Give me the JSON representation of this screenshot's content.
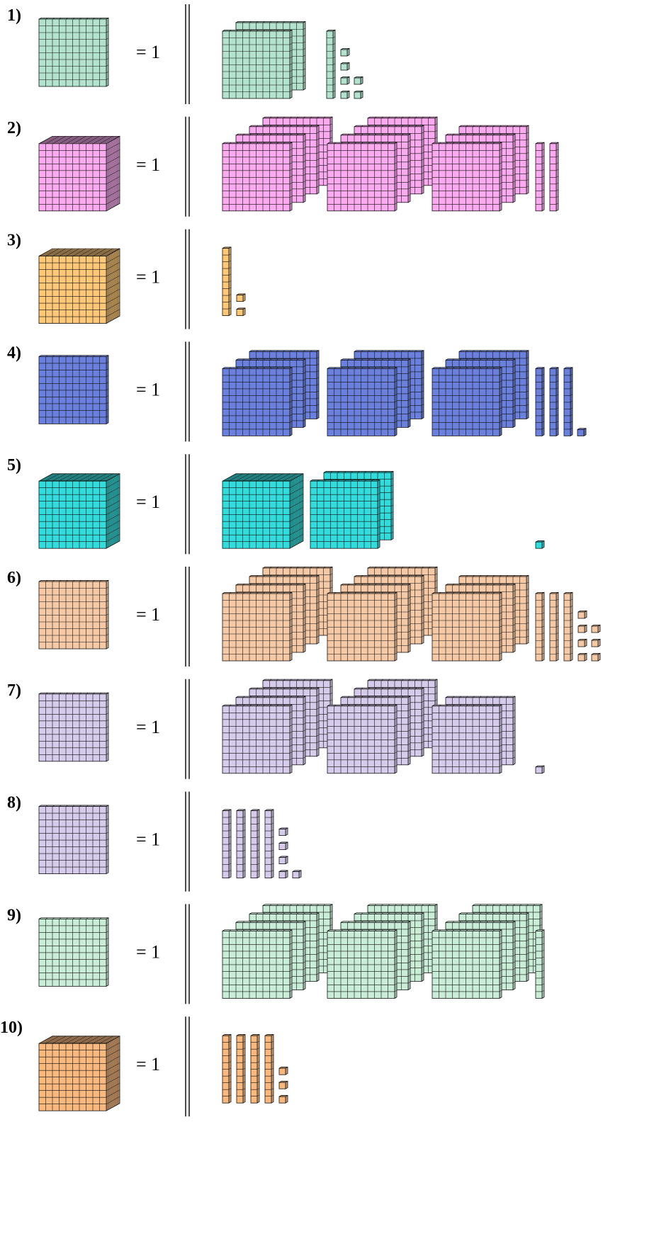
{
  "colors": {
    "green": "#b3e2cd",
    "pink": "#fbaaf0",
    "orange": "#ffc878",
    "blue": "#6b80dc",
    "cyan": "#33dcdc",
    "peach": "#f6c9a6",
    "lavender": "#d6cbeb",
    "mint": "#c9edd6",
    "tangerine": "#f9b87e",
    "stroke": "#111111"
  },
  "problems": [
    {
      "label": "1)",
      "equals": "= 1",
      "unit": "flat",
      "color": "green",
      "pieces": {
        "cubes": 0,
        "flats": [
          2
        ],
        "rods": 1,
        "units": 6
      }
    },
    {
      "label": "2)",
      "equals": "= 1",
      "unit": "cube",
      "color": "pink",
      "pieces": {
        "cubes": 0,
        "flats": [
          4,
          4,
          3
        ],
        "rods": 2,
        "units": 0
      }
    },
    {
      "label": "3)",
      "equals": "= 1",
      "unit": "cube",
      "color": "orange",
      "pieces": {
        "cubes": 0,
        "flats": [],
        "rods": 1,
        "units": 2
      }
    },
    {
      "label": "4)",
      "equals": "= 1",
      "unit": "flat",
      "color": "blue",
      "pieces": {
        "cubes": 0,
        "flats": [
          3,
          3,
          3
        ],
        "rods": 3,
        "units": 1
      }
    },
    {
      "label": "5)",
      "equals": "= 1",
      "unit": "cube",
      "color": "cyan",
      "pieces": {
        "cubes": 1,
        "flats": [
          2
        ],
        "rods": 0,
        "units": 1
      }
    },
    {
      "label": "6)",
      "equals": "= 1",
      "unit": "flat",
      "color": "peach",
      "pieces": {
        "cubes": 0,
        "flats": [
          4,
          4,
          3
        ],
        "rods": 3,
        "units": 7
      }
    },
    {
      "label": "7)",
      "equals": "= 1",
      "unit": "flat",
      "color": "lavender",
      "pieces": {
        "cubes": 0,
        "flats": [
          4,
          4,
          2
        ],
        "rods": 0,
        "units": 1
      }
    },
    {
      "label": "8)",
      "equals": "= 1",
      "unit": "flat",
      "color": "lavender",
      "pieces": {
        "cubes": 0,
        "flats": [],
        "rods": 4,
        "units": 5
      }
    },
    {
      "label": "9)",
      "equals": "= 1",
      "unit": "flat",
      "color": "mint",
      "pieces": {
        "cubes": 0,
        "flats": [
          4,
          4,
          4
        ],
        "rods": 1,
        "units": 0
      }
    },
    {
      "label": "10)",
      "equals": "= 1",
      "unit": "cube",
      "color": "tangerine",
      "pieces": {
        "cubes": 0,
        "flats": [],
        "rods": 4,
        "units": 3
      }
    }
  ]
}
